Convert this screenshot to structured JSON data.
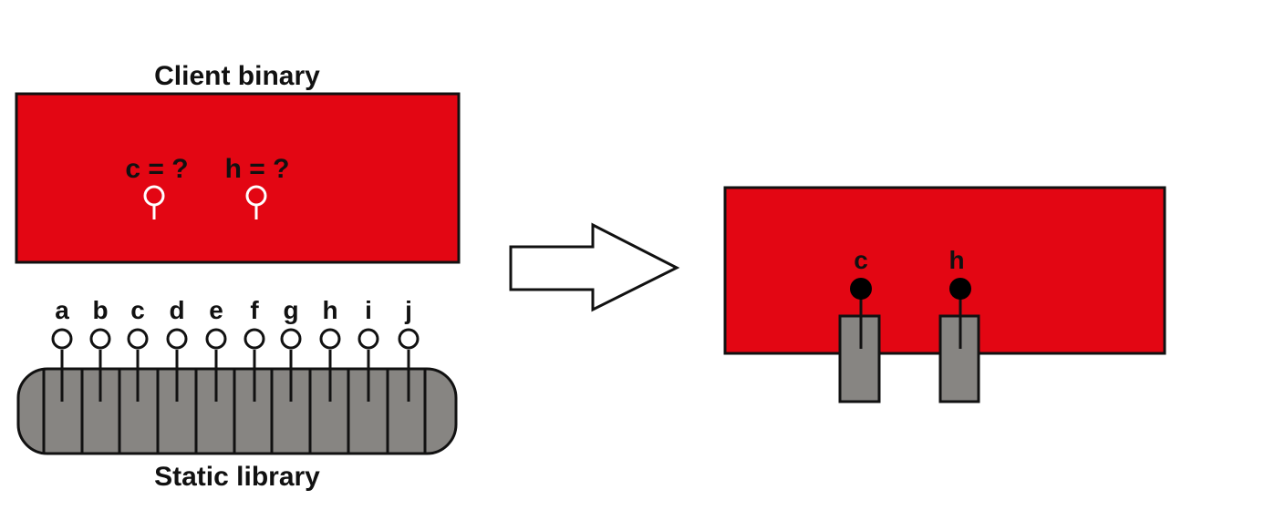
{
  "diagram": {
    "client_title": "Client binary",
    "library_title": "Static library",
    "unresolved": [
      {
        "symbol": "c",
        "text": "c = ?"
      },
      {
        "symbol": "h",
        "text": "h = ?"
      }
    ],
    "library_symbols": [
      "a",
      "b",
      "c",
      "d",
      "e",
      "f",
      "g",
      "h",
      "i",
      "j"
    ],
    "linked_symbols": [
      "c",
      "h"
    ]
  },
  "colors": {
    "binary_fill": "#e30613",
    "library_fill": "#878582",
    "outline": "#111111",
    "resolved_pin": "#000000",
    "unresolved_pin": "#ffffff"
  }
}
